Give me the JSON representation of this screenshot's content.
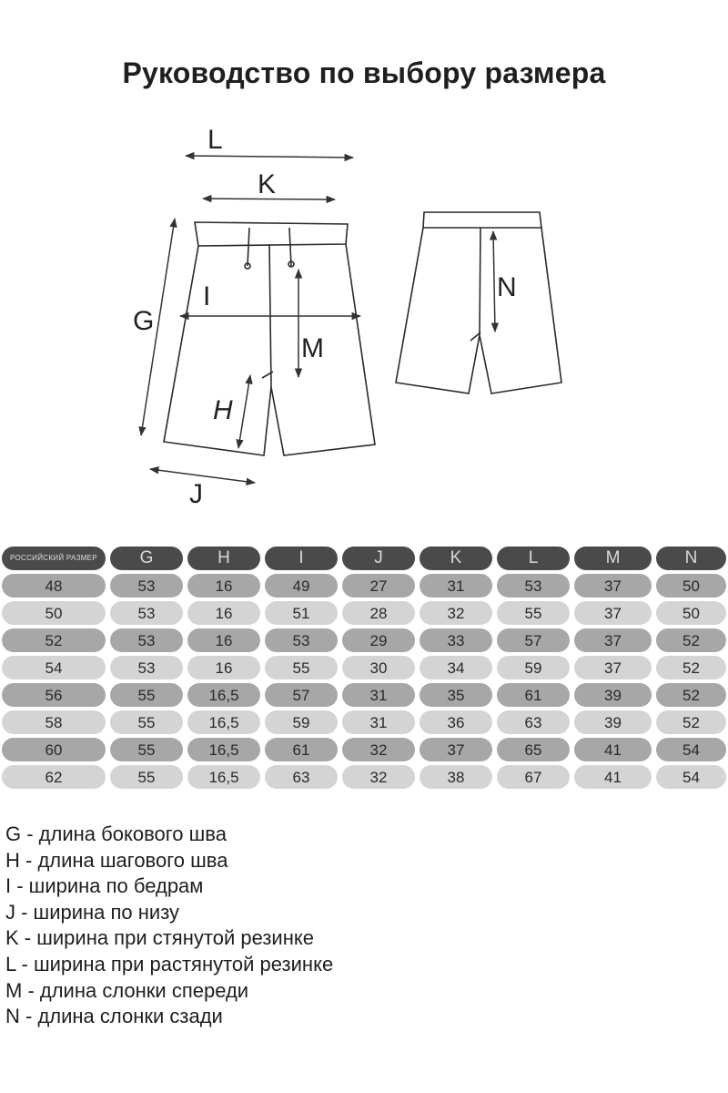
{
  "title": "Руководство по выбору размера",
  "diagram_labels": {
    "L": "L",
    "K": "K",
    "G": "G",
    "I": "I",
    "M": "M",
    "H": "H",
    "J": "J",
    "N": "N"
  },
  "table": {
    "headers": [
      "РОССИЙСКИЙ РАЗМЕР",
      "G",
      "H",
      "I",
      "J",
      "K",
      "L",
      "M",
      "N"
    ],
    "rows": [
      [
        "48",
        "53",
        "16",
        "49",
        "27",
        "31",
        "53",
        "37",
        "50"
      ],
      [
        "50",
        "53",
        "16",
        "51",
        "28",
        "32",
        "55",
        "37",
        "50"
      ],
      [
        "52",
        "53",
        "16",
        "53",
        "29",
        "33",
        "57",
        "37",
        "52"
      ],
      [
        "54",
        "53",
        "16",
        "55",
        "30",
        "34",
        "59",
        "37",
        "52"
      ],
      [
        "56",
        "55",
        "16,5",
        "57",
        "31",
        "35",
        "61",
        "39",
        "52"
      ],
      [
        "58",
        "55",
        "16,5",
        "59",
        "31",
        "36",
        "63",
        "39",
        "52"
      ],
      [
        "60",
        "55",
        "16,5",
        "61",
        "32",
        "37",
        "65",
        "41",
        "54"
      ],
      [
        "62",
        "55",
        "16,5",
        "63",
        "32",
        "38",
        "67",
        "41",
        "54"
      ]
    ]
  },
  "legend": [
    "G - длина бокового шва",
    "H - длина шагового шва",
    "I - ширина по бедрам",
    "J - ширина по низу",
    "K - ширина при стянутой резинке",
    "L - ширина при растянутой резинке",
    "M - длина слонки спереди",
    "N - длина слонки сзади"
  ],
  "colors": {
    "header_pill": "#4a4a4a",
    "row_dark": "#a7a7a7",
    "row_light": "#d4d4d4"
  }
}
